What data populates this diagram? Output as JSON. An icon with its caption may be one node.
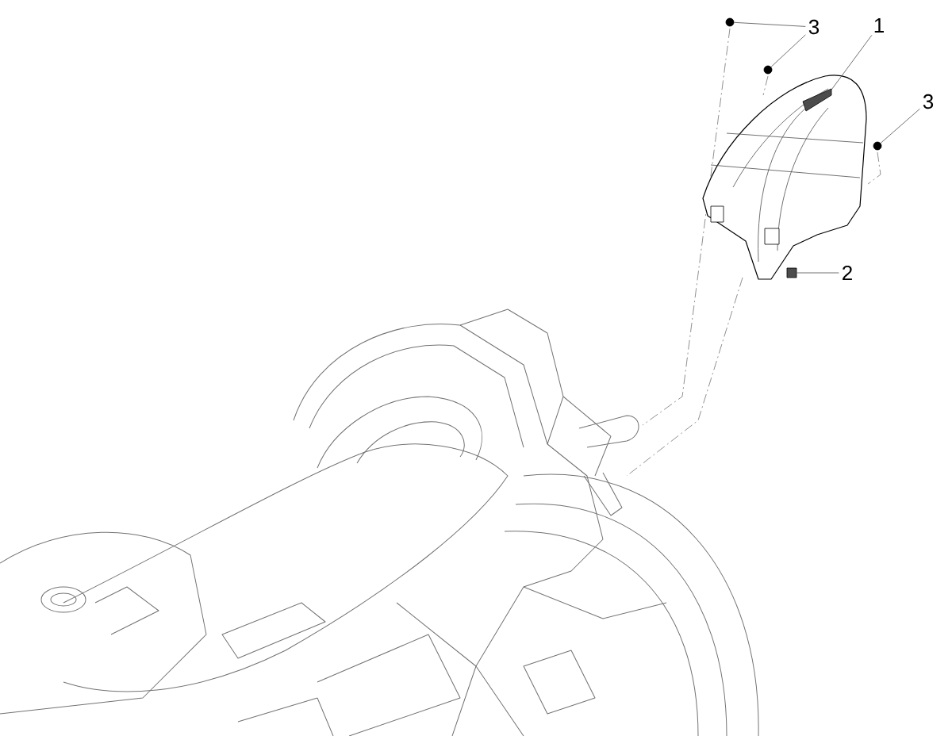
{
  "diagram": {
    "nodes": [
      {
        "text": [
          "3"
        ]
      },
      {
        "text": [
          "1"
        ]
      },
      {
        "text": [
          "3"
        ]
      },
      {
        "text": [
          "2"
        ]
      },
      {
        "text": [],
        "shape": "circle"
      },
      {
        "text": [],
        "shape": "circle"
      },
      {
        "text": [],
        "shape": "box"
      },
      {
        "text": [],
        "shape": "picture"
      },
      {
        "text": [],
        "shape": "circle"
      }
    ],
    "edges": [
      {
        "from": 0,
        "to": 4,
        "arrow": "none"
      },
      {
        "from": 0,
        "to": 5,
        "arrow": "none"
      },
      {
        "from": 1,
        "to": 7,
        "arrow": "none"
      },
      {
        "from": 2,
        "to": 8,
        "arrow": "none"
      },
      {
        "from": 3,
        "to": 6,
        "arrow": "none"
      }
    ]
  }
}
